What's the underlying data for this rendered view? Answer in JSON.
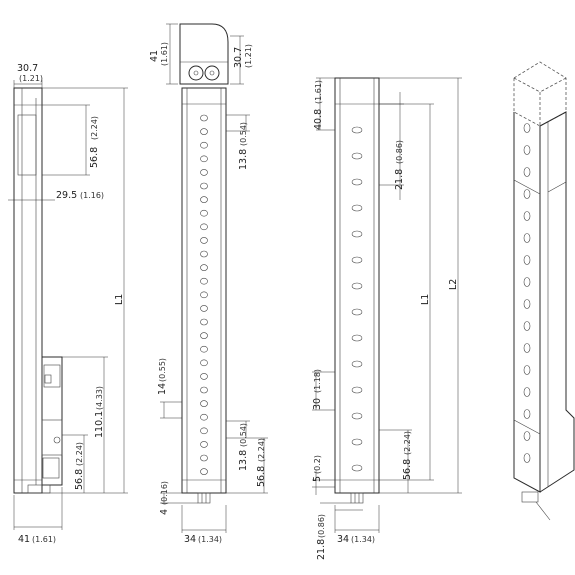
{
  "view_side": {
    "top_mm": "30.7",
    "top_in": "(1.21)",
    "d_56_mm": "56.8",
    "d_56_in": "(2.24)",
    "d_29_mm": "29.5",
    "d_29_in": "(1.16)",
    "l1": "L1",
    "d_110_mm": "110.1",
    "d_110_in": "(4.33)",
    "d_56b_mm": "56.8",
    "d_56b_in": "(2.24)",
    "bottom_mm": "41",
    "bottom_in": "(1.61)"
  },
  "view_top": {
    "h_mm": "41",
    "h_in": "(1.61)",
    "w_mm": "30.7",
    "w_in": "(1.21)"
  },
  "view_front": {
    "d_13_mm": "13.8",
    "d_13_in": "(0.54)",
    "d_14_mm": "14",
    "d_14_in": "(0.55)",
    "d_13b_mm": "13.8",
    "d_13b_in": "(0.54)",
    "d_56_mm": "56.8",
    "d_56_in": "(2.24)",
    "d_4_mm": "4",
    "d_4_in": "(0.16)",
    "bottom_mm": "34",
    "bottom_in": "(1.34)"
  },
  "view_receiver": {
    "d_40_mm": "40.8",
    "d_40_in": "(1.61)",
    "d_21_mm": "21.8",
    "d_21_in": "(0.86)",
    "l1": "L1",
    "l2": "L2",
    "d_30_mm": "30",
    "d_30_in": "(1.18)",
    "d_5_mm": "5",
    "d_5_in": "(0.2)",
    "d_56_mm": "56.8",
    "d_56_in": "(2.24)",
    "d_21b_mm": "21.8",
    "d_21b_in": "(0.86)",
    "bottom_mm": "34",
    "bottom_in": "(1.34)"
  }
}
